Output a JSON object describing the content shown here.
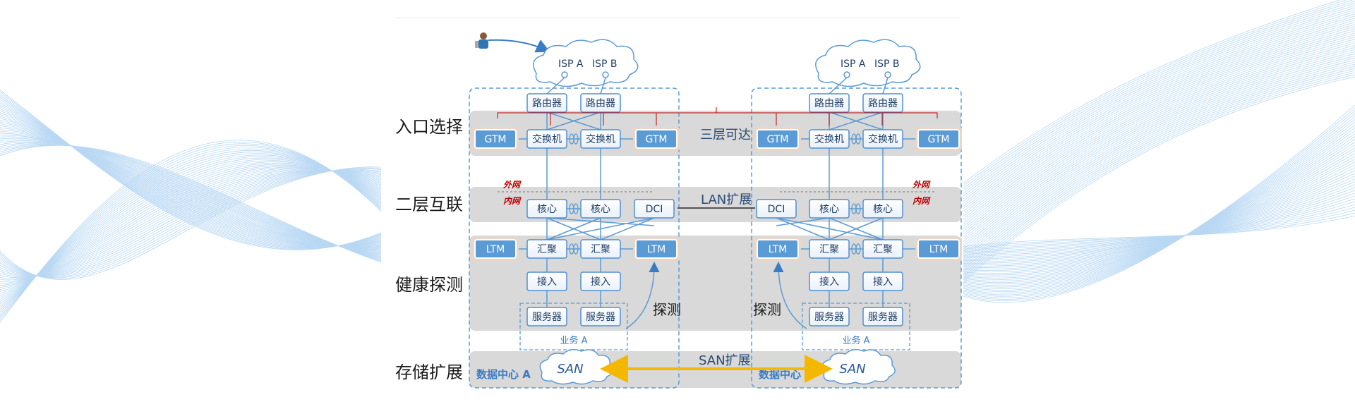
{
  "rows": {
    "entry": "入口选择",
    "layer2": "二层互联",
    "health": "健康探测",
    "storage": "存储扩展"
  },
  "connections": {
    "l3": "三层可达",
    "lan": "LAN扩展",
    "san": "SAN扩展"
  },
  "dc_a": {
    "name": "数据中心 A",
    "isp": [
      "ISP A",
      "ISP B"
    ],
    "router": "路由器",
    "switch": "交换机",
    "gtm": "GTM",
    "core": "核心",
    "dci": "DCI",
    "agg": "汇聚",
    "ltm": "LTM",
    "access": "接入",
    "server": "服务器",
    "service": "业务 A",
    "probe": "探测",
    "san": "SAN",
    "outer": "外网",
    "inner": "内网"
  },
  "dc_b": {
    "name": "数据中心 B",
    "isp": [
      "ISP A",
      "ISP B"
    ],
    "router": "路由器",
    "switch": "交换机",
    "gtm": "GTM",
    "core": "核心",
    "dci": "DCI",
    "agg": "汇聚",
    "ltm": "LTM",
    "access": "接入",
    "server": "服务器",
    "service": "业务 A",
    "probe": "探测",
    "san": "SAN",
    "outer": "外网",
    "inner": "内网"
  },
  "colors": {
    "band": "#d9d9d9",
    "node_border": "#4f8fd0",
    "node_fill_blue": "#5b9bd5",
    "link": "#5b9bd5",
    "l3_line": "#c00000",
    "san_arrow": "#f5b800",
    "dashed": "#5b9bd5"
  }
}
